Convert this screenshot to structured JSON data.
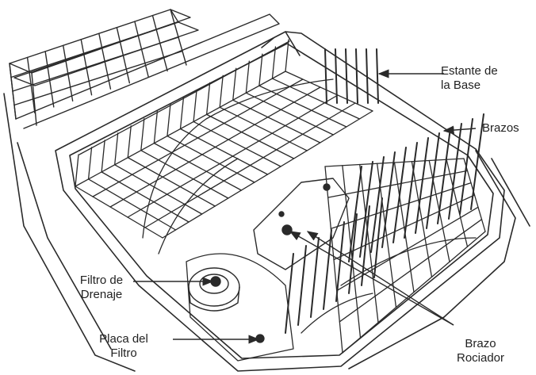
{
  "labels": {
    "estante": {
      "line1": "Estante de",
      "line2": "la Base"
    },
    "brazos": {
      "line1": "Brazos"
    },
    "filtro_drenaje": {
      "line1": "Filtro de",
      "line2": "Drenaje"
    },
    "placa_filtro": {
      "line1": "Placa del",
      "line2": "Filtro"
    },
    "brazo_rociador": {
      "line1": "Brazo",
      "line2": "Rociador"
    }
  },
  "colors": {
    "line": "#2a2a2a",
    "text": "#222222",
    "background": "#ffffff"
  }
}
